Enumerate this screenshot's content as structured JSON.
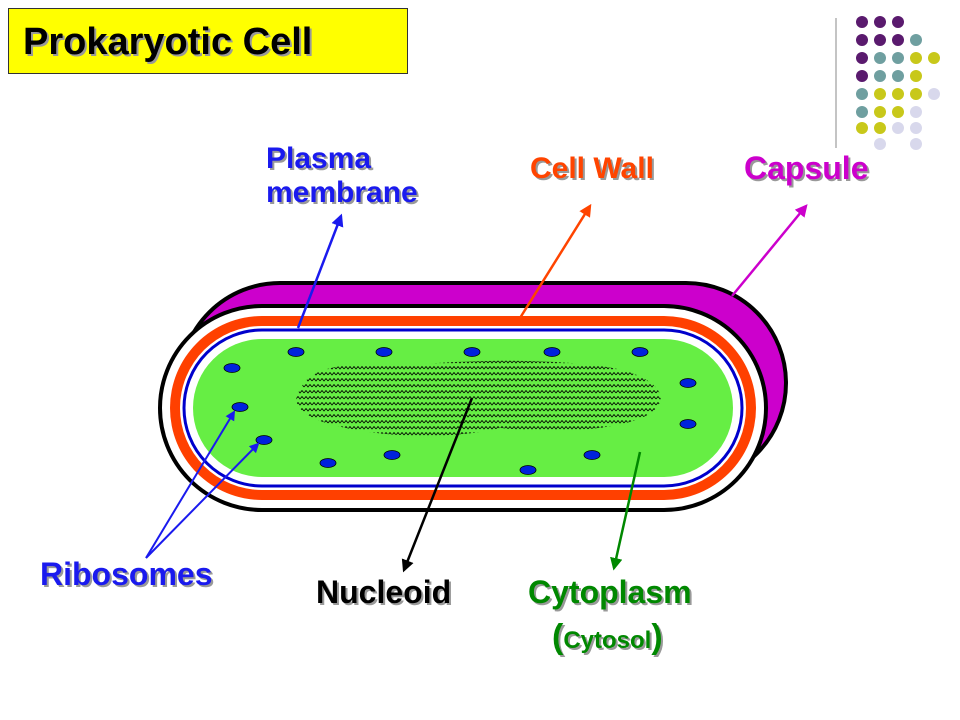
{
  "title": "Prokaryotic Cell",
  "labels": {
    "plasma_membrane_line1": "Plasma",
    "plasma_membrane_line2": "membrane",
    "cell_wall": "Cell Wall",
    "capsule": "Capsule",
    "ribosomes": "Ribosomes",
    "nucleoid": "Nucleoid",
    "cytoplasm": "Cytoplasm",
    "cytosol_open": "(",
    "cytosol": "Cytosol",
    "cytosol_close": ")"
  },
  "colors": {
    "capsule": "#cc00cc",
    "cell_wall": "#ff4000",
    "plasma_membrane": "#0000cc",
    "cytoplasm": "#66ee44",
    "ribosome": "#0022dd",
    "label_blue": "#1a1aee",
    "label_orange": "#ff4400",
    "label_magenta": "#cc00cc",
    "label_green": "#008800",
    "title_bg": "#ffff00"
  }
}
